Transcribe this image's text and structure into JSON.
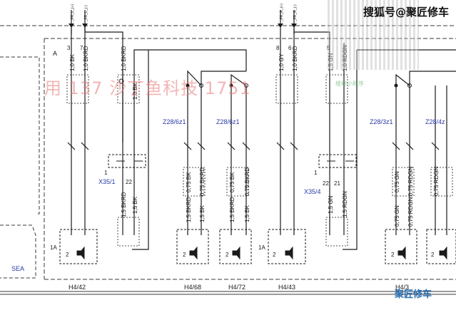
{
  "labels": {
    "area_a": "A",
    "wire_1": "1,0 BK",
    "wire_2": "1,0 BKRD",
    "wire_3": "1,0 BKRD",
    "wire_4": "1,0 BK",
    "wire_5": "1,0 GY",
    "wire_6": "1,0 BKRD",
    "wire_7": "1,5 GN",
    "wire_8": "1,0 RDGN",
    "conn_z28_6z1_a": "Z28/6z1",
    "conn_z28_6z1_b": "Z28/6z1",
    "conn_z28_3z1": "Z28/3z1",
    "conn_z28_4z": "Z28/4z",
    "conn_x35_1": "X35/1",
    "conn_x35_4": "X35/4",
    "pin_22a": "22",
    "pin_1a": "1",
    "pin_22b": "22",
    "pin_21b": "21",
    "pin_1b": "1",
    "wire_075bk": "0,75 BK",
    "wire_075bkrd": "0,75 BKRD",
    "wire_15bkrd": "1,5 BKRD",
    "wire_15bk": "1,5 BK",
    "wire_075gn": "0,75 GN",
    "wire_075rdgn": "0,75 RDGN",
    "wire_15gn": "1,5 GN",
    "wire_15rdgn": "1,5 RDGN",
    "spk_h442": "H4/42",
    "spk_h468": "H4/68",
    "spk_h472": "H4/72",
    "spk_h443": "H4/43",
    "spk_h4_partial": "H4/3",
    "sea": "SEA",
    "pin_1a_left": "1A",
    "pin_1a_mid": "1A",
    "pin_2_label": "2",
    "top_pins": [
      "3",
      "7",
      "8",
      "6",
      "5"
    ],
    "fr_labels": [
      "_FR_L_(+)",
      "_FR_L_(-)",
      "_FR_R_(+)",
      "_FR_R_(-)"
    ]
  },
  "watermarks": {
    "top_right": "搜狐号@聚匠修车",
    "red_overlay": "用 137 沙丁鱼科技 1751",
    "bottom_right": "聚匠修车",
    "green_small": "维修小程序"
  },
  "colors": {
    "line": "#1a1a1a",
    "connector_label": "#2a3aa8",
    "dash": "#3a3a3a"
  }
}
